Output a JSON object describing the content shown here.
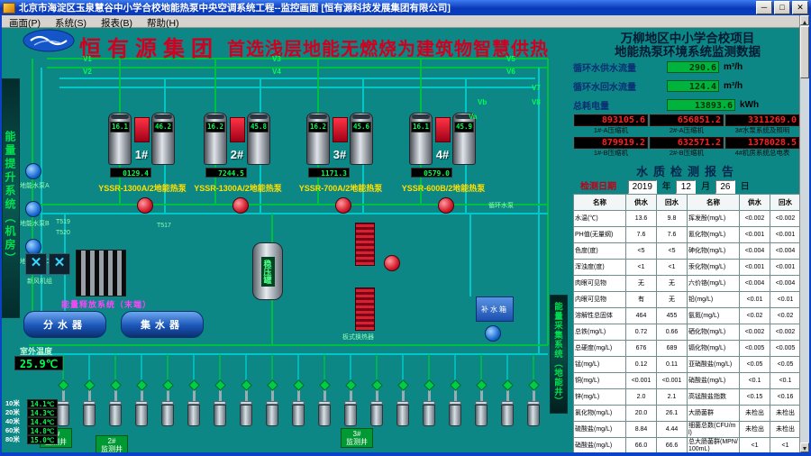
{
  "window": {
    "title": "北京市海淀区玉泉慧谷中小学合校地能热泵中央空调系统工程--监控画面  [恒有源科技发展集团有限公司]",
    "btn_min": "─",
    "btn_max": "□",
    "btn_close": "✕",
    "menu": [
      "画面(P)",
      "系统(S)",
      "报表(B)",
      "帮助(H)"
    ]
  },
  "banner": {
    "company": "恒有源集团",
    "slogan": "首选浅层地能无燃烧为建筑物智慧供热"
  },
  "strips": {
    "left": "能量提升系统（机房）",
    "right": "能量采集系统（地能井）"
  },
  "hvac": {
    "units": [
      {
        "id": "1#",
        "temp_a": "16.1",
        "temp_b": "46.2",
        "hours": "0129.4",
        "model": "YSSR-1300A/2地能热泵"
      },
      {
        "id": "2#",
        "temp_a": "16.2",
        "temp_b": "45.8",
        "hours": "7244.5",
        "model": "YSSR-1300A/2地能热泵"
      },
      {
        "id": "3#",
        "temp_a": "16.2",
        "temp_b": "45.6",
        "hours": "1171.3",
        "model": "YSSR-700A/2地能热泵"
      },
      {
        "id": "4#",
        "temp_a": "16.1",
        "temp_b": "45.9",
        "hours": "0579.0",
        "model": "YSSR-600B/2地能热泵"
      }
    ],
    "valves": [
      "V1",
      "V2",
      "V3",
      "V4",
      "V5",
      "V6",
      "V7",
      "V8",
      "Vb",
      "Va"
    ],
    "sensor_tags": [
      "T519",
      "T520",
      "T517"
    ],
    "equipment": {
      "distributor": "分水器",
      "collector": "集水器",
      "surge_tank": "稳压罐",
      "makeup_tank": "补水箱",
      "release_system": "能量释放系统（末端）",
      "heat_exchanger": "板式换热器",
      "fresh_air_unit": "新风机组",
      "pumps_blue": [
        "地能水泵A",
        "地能水泵B",
        "地能水泵C"
      ],
      "pump_circ": "循环水泵"
    },
    "outdoor": {
      "label": "室外温度",
      "value": "25.9℃"
    }
  },
  "wells": {
    "count": 19,
    "group_labels": [
      "1#监测井",
      "2#监测井",
      "3#监测井"
    ],
    "depth_profile": [
      {
        "depth": "10米",
        "temp": "14.1℃"
      },
      {
        "depth": "20米",
        "temp": "14.3℃"
      },
      {
        "depth": "40米",
        "temp": "14.4℃"
      },
      {
        "depth": "60米",
        "temp": "14.8℃"
      },
      {
        "depth": "80米",
        "temp": "15.0℃"
      }
    ]
  },
  "panel": {
    "title_line1": "万柳地区中小学合校项目",
    "title_line2": "地能热泵环境系统监测数据",
    "flows": [
      {
        "label": "循环水供水流量",
        "value": "290.6",
        "unit": "m³/h"
      },
      {
        "label": "循环水回水流量",
        "value": "124.4",
        "unit": "m³/h"
      },
      {
        "label": "总耗电量",
        "value": "13893.6",
        "unit": "kWh"
      }
    ],
    "meters": [
      {
        "value": "893105.6",
        "label": "1#-A压缩机"
      },
      {
        "value": "656851.2",
        "label": "2#-A压缩机"
      },
      {
        "value": "3311269.0",
        "label": "3#水泵系统及照明"
      },
      {
        "value": "879919.2",
        "label": "1#-B压缩机"
      },
      {
        "value": "632571.2",
        "label": "2#-B压缩机"
      },
      {
        "value": "1378028.5",
        "label": "4#机房系统总电表"
      }
    ],
    "report": {
      "title": "水质检测报告",
      "date_label": "检测日期",
      "year": "2019",
      "year_unit": "年",
      "month": "12",
      "month_unit": "月",
      "day": "26",
      "day_unit": "日",
      "columns": [
        "名称",
        "供水",
        "回水",
        "名称",
        "供水",
        "回水"
      ],
      "rows": [
        [
          "水温(℃)",
          "13.6",
          "9.8",
          "挥发酚(mg/L)",
          "<0.002",
          "<0.002"
        ],
        [
          "PH值(无量纲)",
          "7.6",
          "7.6",
          "氰化物(mg/L)",
          "<0.001",
          "<0.001"
        ],
        [
          "色度(度)",
          "<5",
          "<5",
          "砷化物(mg/L)",
          "<0.004",
          "<0.004"
        ],
        [
          "浑浊度(度)",
          "<1",
          "<1",
          "汞化物(mg/L)",
          "<0.001",
          "<0.001"
        ],
        [
          "肉眼可见物",
          "无",
          "无",
          "六价铬(mg/L)",
          "<0.004",
          "<0.004"
        ],
        [
          "内眼可见物",
          "有",
          "无",
          "铅(mg/L)",
          "<0.01",
          "<0.01"
        ],
        [
          "溶解性总固体",
          "464",
          "455",
          "氨氮(mg/L)",
          "<0.02",
          "<0.02"
        ],
        [
          "总铁(mg/L)",
          "0.72",
          "0.66",
          "硒化物(mg/L)",
          "<0.002",
          "<0.002"
        ],
        [
          "总硬度(mg/L)",
          "676",
          "689",
          "镉化物(mg/L)",
          "<0.005",
          "<0.005"
        ],
        [
          "锰(mg/L)",
          "0.12",
          "0.11",
          "亚硝酸盐(mg/L)",
          "<0.05",
          "<0.05"
        ],
        [
          "铜(mg/L)",
          "<0.001",
          "<0.001",
          "硝酸盐(mg/L)",
          "<0.1",
          "<0.1"
        ],
        [
          "锌(mg/L)",
          "2.0",
          "2.1",
          "高锰酸盐指数",
          "<0.15",
          "<0.16"
        ],
        [
          "氯化物(mg/L)",
          "20.0",
          "26.1",
          "大肠菌群",
          "未检出",
          "未检出"
        ],
        [
          "硫酸盐(mg/L)",
          "8.84",
          "4.44",
          "细菌总数(CFU/ml)",
          "未检出",
          "未检出"
        ],
        [
          "硝酸盐(mg/L)",
          "66.0",
          "66.6",
          "总大肠菌群(MPN/100mL)",
          "<1",
          "<1"
        ]
      ]
    }
  }
}
